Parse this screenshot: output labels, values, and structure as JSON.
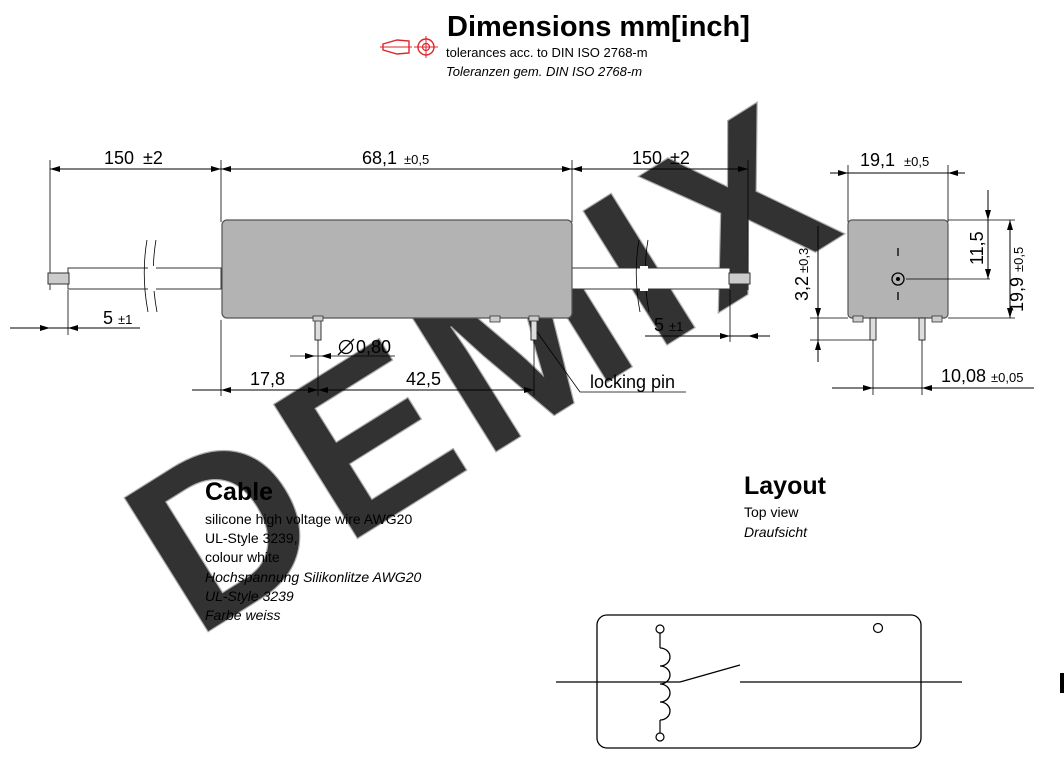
{
  "header": {
    "title": "Dimensions mm[inch]",
    "tolerance_en": "tolerances acc. to DIN ISO 2768-m",
    "tolerance_de": "Toleranzen gem. DIN ISO 2768-m"
  },
  "watermark": "DEMIX",
  "front_view": {
    "lead_left": {
      "value": "150",
      "tol": "±2"
    },
    "body_length": {
      "value": "68,1",
      "tol": "±0,5"
    },
    "lead_right": {
      "value": "150",
      "tol": "±2"
    },
    "strip_left": {
      "value": "5",
      "tol": "±1"
    },
    "strip_right": {
      "value": "5",
      "tol": "±1"
    },
    "pin_diameter": "0,80",
    "pin_offset": "17,8",
    "pin_spacing": "42,5",
    "locking_pin": "locking pin"
  },
  "side_view": {
    "width": {
      "value": "19,1",
      "tol": "±0,5"
    },
    "pin_to_top": "11,5",
    "height": {
      "value": "19,9",
      "tol": "±0,5"
    },
    "pin_length": {
      "value": "3,2",
      "tol": "±0,3"
    },
    "pin_pitch": {
      "value": "10,08",
      "tol": "±0,05"
    }
  },
  "cable": {
    "heading": "Cable",
    "lines_en": [
      "silicone high voltage wire AWG20",
      "UL-Style 3239,",
      "colour white"
    ],
    "lines_de": [
      "Hochspannung Silikonlitze AWG20",
      "UL-Style 3239",
      "Farbe weiss"
    ]
  },
  "layout": {
    "heading": "Layout",
    "sub_en": "Top view",
    "sub_de": "Draufsicht"
  },
  "colors": {
    "body": "#b3b3b3",
    "tolerance_symbol": "#e0242b",
    "watermark_stroke": "#9a9a9a"
  }
}
